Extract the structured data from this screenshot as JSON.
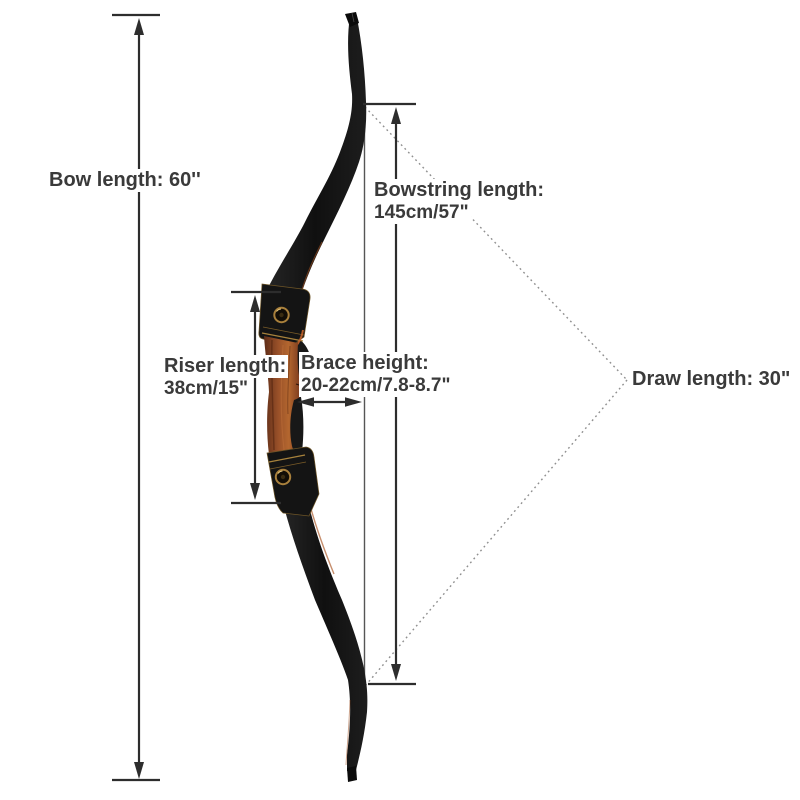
{
  "page": {
    "background": "#ffffff",
    "description": "Recurve bow product dimension diagram"
  },
  "annotations": {
    "bow_length": {
      "label": "Bow length: 60''"
    },
    "bowstring_length": {
      "label": "Bowstring length:",
      "value": "145cm/57\""
    },
    "riser_length": {
      "label": "Riser length:",
      "value": "38cm/15\""
    },
    "brace_height": {
      "label": "Brace height:",
      "value": "20-22cm/7.8-8.7\""
    },
    "draw_length": {
      "label": "Draw length: 30\""
    }
  },
  "colors": {
    "text": "#3a3a3a",
    "measure_line": "#2d2d2d",
    "draw_guide_dotted": "#8f8f8f",
    "bowstring": "#555555",
    "limb_black": "#141414",
    "riser_wood": "#8a4a28",
    "pocket_gold_trim": "#a7823c",
    "bolt_gold": "#a9803c"
  }
}
